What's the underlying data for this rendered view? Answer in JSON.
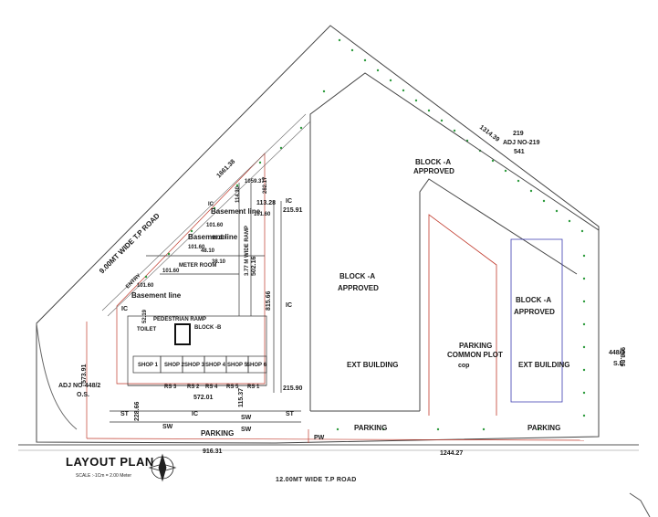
{
  "title": "LAYOUT PLAN",
  "scale": "SCALE :-1Cm = 2.00 Meter",
  "roads": {
    "bottom": "12.00MT WIDE T.P ROAD",
    "diagonal": "9.00MT WIDE T.P ROAD",
    "ramp": "3.77 M WIDE RAMP"
  },
  "adjacent": {
    "top_right_1": "219",
    "top_right_2": "ADJ NO-219",
    "top_right_3": "541",
    "left_1": "ADJ NO-448/2",
    "left_2": "O.S.",
    "right_1": "448/3",
    "right_2": "S.I."
  },
  "dimensions": {
    "d1661": "1661.38",
    "d1314": "1314.39",
    "d958": "958.86",
    "d916": "916.31",
    "d1244": "1244.27",
    "d572": "572.01",
    "d573": "573.91",
    "d815": "815.66",
    "d502": "502.16",
    "d215a": "215.91",
    "d215b": "215.90",
    "d228": "228.66",
    "d115": "115.37",
    "d113": "113.28",
    "d101": "101.60",
    "d101b": "101.60",
    "d101c": "101.60",
    "d101d": "101.60",
    "d101e": "101.60",
    "d114": "114.30",
    "d1059": "1059.37",
    "d282": "282.17",
    "d98": "98.10",
    "d38": "38.10",
    "d48": "48.10",
    "d52": "52.19",
    "d109": "101.6"
  },
  "labels": {
    "basement1": "Basement line",
    "basement2": "Basement line",
    "basement3": "Basement line",
    "entry": "ENTRY",
    "ic": "IC",
    "st": "ST",
    "sw": "SW",
    "pw": "PW",
    "pedestrian": "PEDESTRIAN RAMP",
    "block_b": "BLOCK -B",
    "meter": "METER ROOM",
    "toilet": "TOILET",
    "shops": [
      "SHOP 1",
      "SHOP 2",
      "SHOP 3",
      "SHOP 4",
      "SHOP 5",
      "SHOP 6"
    ],
    "rs": [
      "RS 3",
      "RS 2",
      "RS 4",
      "RS 5",
      "RS 1"
    ]
  },
  "blocks": [
    {
      "name": "BLOCK -A",
      "status": "APPROVED"
    },
    {
      "name": "BLOCK -A",
      "status": "APPROVED"
    },
    {
      "name": "BLOCK -A",
      "status": "APPROVED"
    }
  ],
  "ext_building": "EXT BUILDING",
  "parking": "PARKING",
  "common_plot": {
    "l1": "PARKING",
    "l2": "COMMON PLOT",
    "l3": "cop"
  },
  "colors": {
    "line": "#333333",
    "red": "#c0392b",
    "green": "#2e9b3e",
    "blue": "#3a3ab0"
  }
}
